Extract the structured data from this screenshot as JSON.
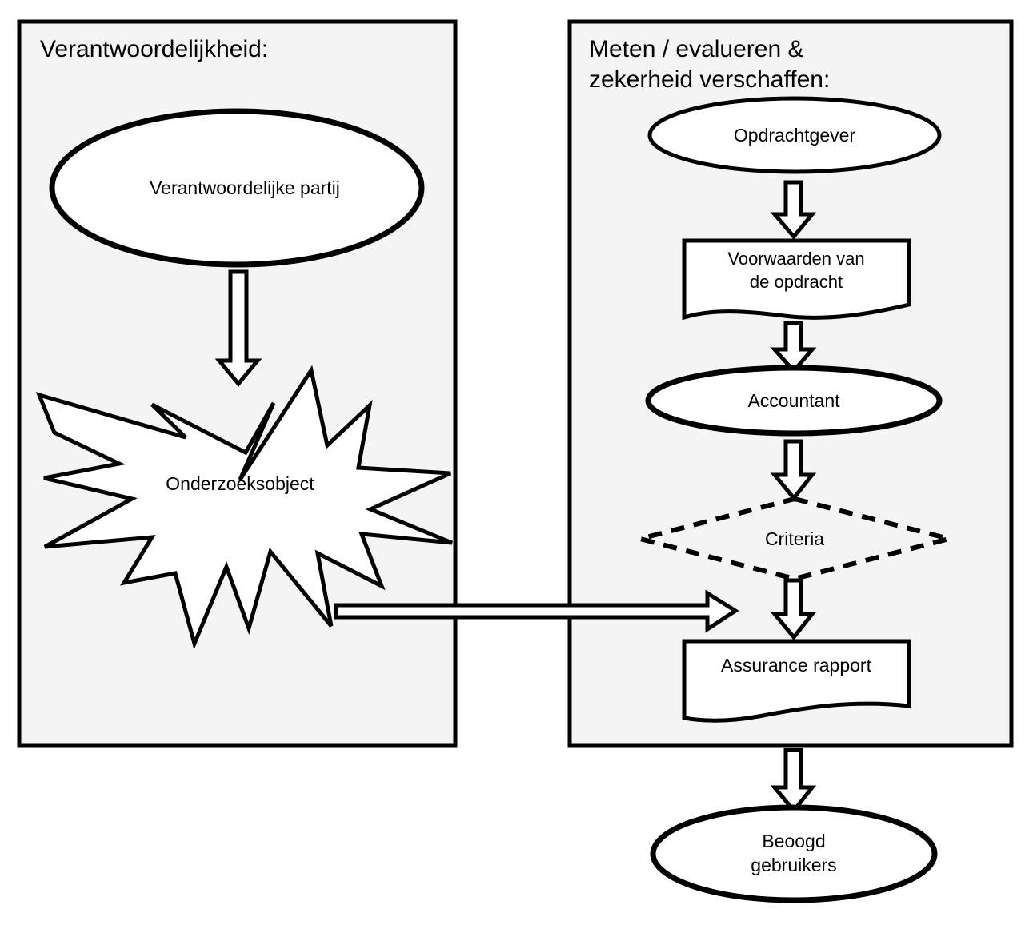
{
  "diagram": {
    "title_left": "Verantwoordelijkheid:",
    "title_right_line1": "Meten / evalueren &",
    "title_right_line2": "zekerheid verschaffen:",
    "colors": {
      "panel_fill": "#f4f4f4",
      "page_background": "#ffffff",
      "stroke": "#000000",
      "shape_fill": "#ffffff"
    },
    "panels": [
      {
        "name": "verantwoordelijkheid-panel",
        "title": "Verantwoordelijkheid:"
      },
      {
        "name": "meten-evalueren-panel",
        "title": "Meten / evalueren & zekerheid verschaffen:"
      }
    ],
    "nodes": {
      "verantwoordelijke_partij": "Verantwoordelijke partij",
      "onderzoeksobject": "Onderzoeksobject",
      "opdrachtgever": "Opdrachtgever",
      "voorwaarden_line1": "Voorwaarden van",
      "voorwaarden_line2": "de opdracht",
      "accountant": "Accountant",
      "criteria": "Criteria",
      "assurance_rapport": "Assurance rapport",
      "beoogd_line1": "Beoogd",
      "beoogd_line2": "gebruikers"
    },
    "connectors": [
      {
        "name": "arrow-partij-to-onderzoeksobject",
        "direction": "down",
        "from": "Verantwoordelijke partij",
        "to": "Onderzoeksobject"
      },
      {
        "name": "arrow-opdrachtgever-to-voorwaarden",
        "direction": "down",
        "from": "Opdrachtgever",
        "to": "Voorwaarden van de opdracht"
      },
      {
        "name": "arrow-voorwaarden-to-accountant",
        "direction": "down",
        "from": "Voorwaarden van de opdracht",
        "to": "Accountant"
      },
      {
        "name": "arrow-accountant-to-criteria",
        "direction": "down",
        "from": "Accountant",
        "to": "Criteria"
      },
      {
        "name": "arrow-criteria-to-assurance-rapport",
        "direction": "down",
        "from": "Criteria",
        "to": "Assurance rapport"
      },
      {
        "name": "arrow-onderzoeksobject-to-accountant-panel",
        "direction": "right",
        "from": "Onderzoeksobject",
        "to": "Meten / evalueren & zekerheid verschaffen"
      },
      {
        "name": "arrow-assurance-rapport-to-beoogd-gebruikers",
        "direction": "down",
        "from": "Assurance rapport",
        "to": "Beoogd gebruikers"
      }
    ]
  }
}
